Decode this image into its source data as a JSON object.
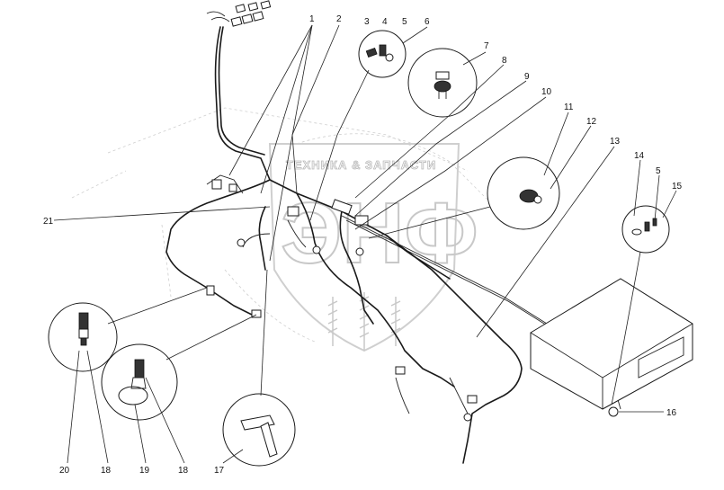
{
  "watermark": {
    "caption": "ТЕХНИКА & ЗАПЧАСТИ",
    "logo_letters": "ЭНФ"
  },
  "callouts": [
    {
      "id": "c1",
      "text": "1"
    },
    {
      "id": "c2",
      "text": "2"
    },
    {
      "id": "c3",
      "text": "3"
    },
    {
      "id": "c4",
      "text": "4"
    },
    {
      "id": "c5a",
      "text": "5"
    },
    {
      "id": "c6",
      "text": "6"
    },
    {
      "id": "c7",
      "text": "7"
    },
    {
      "id": "c8",
      "text": "8"
    },
    {
      "id": "c9",
      "text": "9"
    },
    {
      "id": "c10",
      "text": "10"
    },
    {
      "id": "c11",
      "text": "11"
    },
    {
      "id": "c12",
      "text": "12"
    },
    {
      "id": "c13",
      "text": "13"
    },
    {
      "id": "c14",
      "text": "14"
    },
    {
      "id": "c5b",
      "text": "5"
    },
    {
      "id": "c15",
      "text": "15"
    },
    {
      "id": "c16",
      "text": "16"
    },
    {
      "id": "c17",
      "text": "17"
    },
    {
      "id": "c18a",
      "text": "18"
    },
    {
      "id": "c19",
      "text": "19"
    },
    {
      "id": "c18b",
      "text": "18"
    },
    {
      "id": "c20",
      "text": "20"
    },
    {
      "id": "c21",
      "text": "21"
    }
  ]
}
